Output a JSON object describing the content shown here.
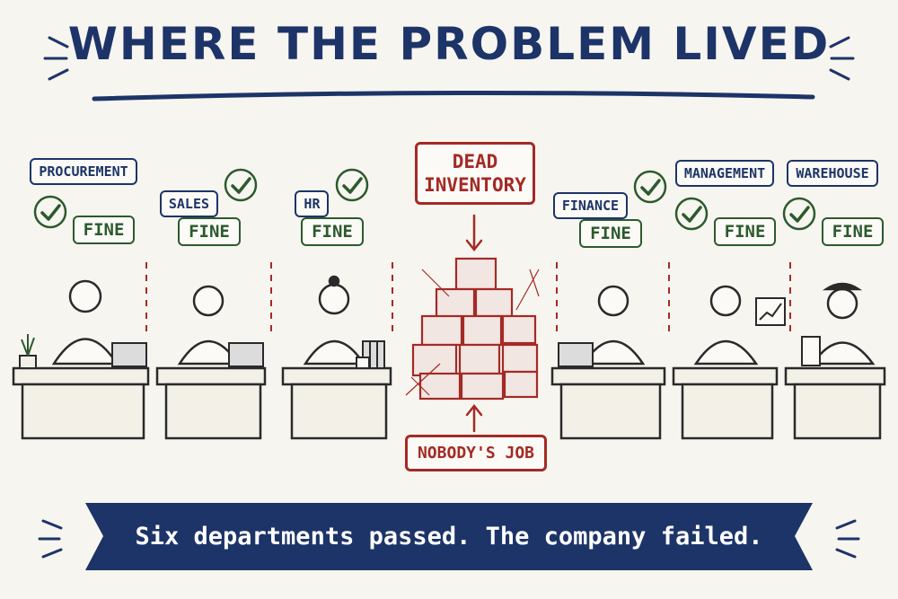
{
  "title": "WHERE THE PROBLEM LIVED",
  "departments": [
    {
      "label": "PROCUREMENT",
      "status": "FINE"
    },
    {
      "label": "SALES",
      "status": "FINE"
    },
    {
      "label": "HR",
      "status": "FINE"
    },
    {
      "label": "FINANCE",
      "status": "FINE"
    },
    {
      "label": "MANAGEMENT",
      "status": "FINE"
    },
    {
      "label": "WAREHOUSE",
      "status": "FINE"
    }
  ],
  "center": {
    "top_line1": "DEAD",
    "top_line2": "INVENTORY",
    "bottom": "NOBODY'S JOB"
  },
  "banner": "Six departments passed. The company failed.",
  "colors": {
    "navy": "#1d3468",
    "green": "#2c5a2e",
    "red": "#a42a25",
    "background": "#f7f5ef"
  }
}
